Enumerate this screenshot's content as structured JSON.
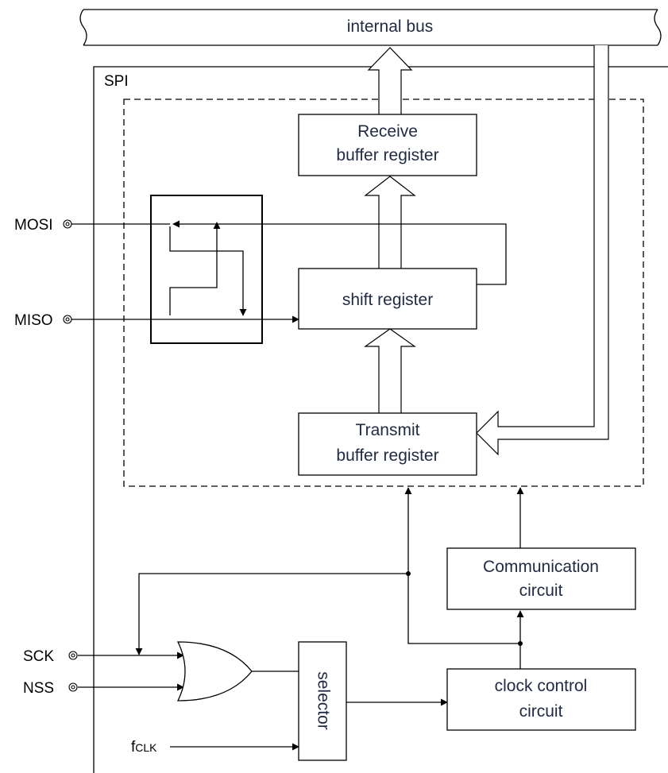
{
  "diagram": {
    "bus_label": "internal bus",
    "spi_label": "SPI",
    "receive_buffer": [
      "Receive",
      "buffer register"
    ],
    "shift_register": "shift register",
    "transmit_buffer": [
      "Transmit",
      "buffer register"
    ],
    "communication_circuit": [
      "Communication",
      "circuit"
    ],
    "clock_control_circuit": [
      "clock control",
      "circuit"
    ],
    "selector": "selector",
    "pins": {
      "mosi": "MOSI",
      "miso": "MISO",
      "sck": "SCK",
      "nss": "NSS",
      "fclk_main": "f",
      "fclk_sub": "CLK"
    }
  }
}
